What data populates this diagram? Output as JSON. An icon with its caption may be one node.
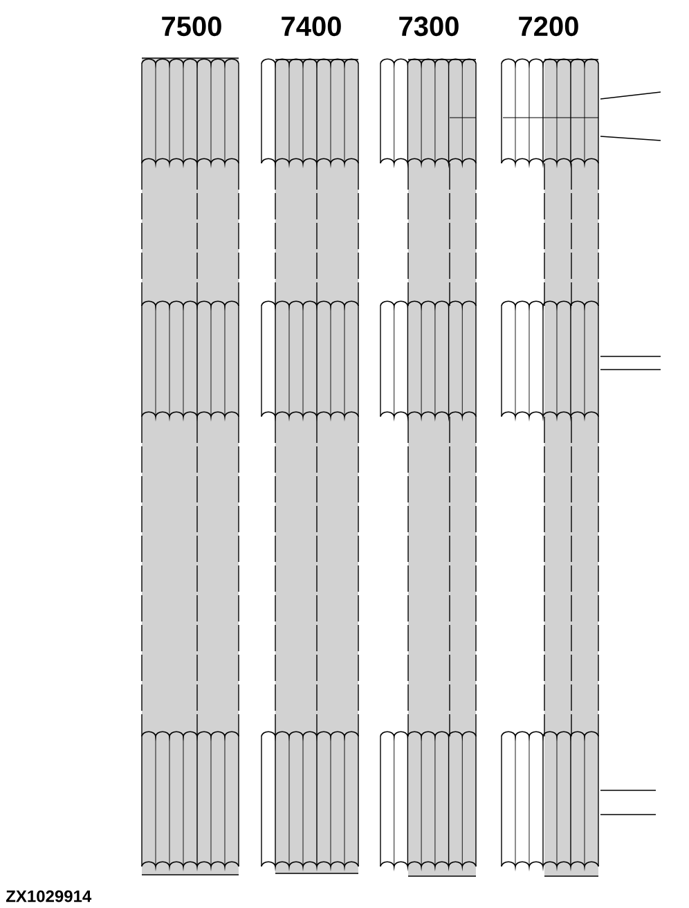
{
  "diagram": {
    "labels": [
      "7500",
      "7400",
      "7300",
      "7200",
      "ZX1029914"
    ]
  }
}
